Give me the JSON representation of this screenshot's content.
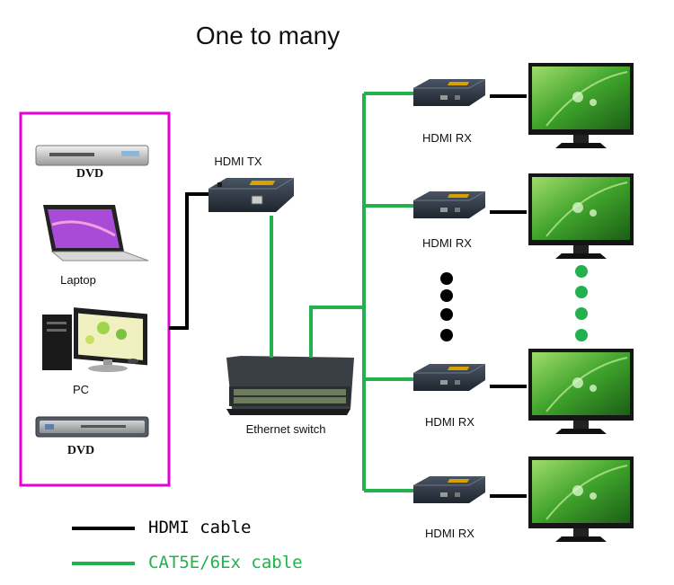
{
  "title": "One to many",
  "sources": [
    {
      "label": "DVD"
    },
    {
      "label": "Laptop"
    },
    {
      "label": "PC"
    },
    {
      "label": "DVD"
    }
  ],
  "transmitter": {
    "label": "HDMI TX"
  },
  "switch": {
    "label": "Ethernet switch"
  },
  "receivers": [
    {
      "label": "HDMI RX"
    },
    {
      "label": "HDMI RX"
    },
    {
      "label": "HDMI RX"
    },
    {
      "label": "HDMI RX"
    }
  ],
  "legend": {
    "hdmi": {
      "label": "HDMI cable",
      "color": "#000000"
    },
    "cat": {
      "label": "CAT5E/6Ex cable",
      "color": "#22b14c"
    }
  },
  "colors": {
    "group_border": "#e600d4",
    "green_line": "#22b14c",
    "black_line": "#000000",
    "device_body": "#2b3440"
  },
  "icons": {
    "source_box": "magenta-outline",
    "device": "extender-box-icon",
    "display": "monitor-icon"
  }
}
